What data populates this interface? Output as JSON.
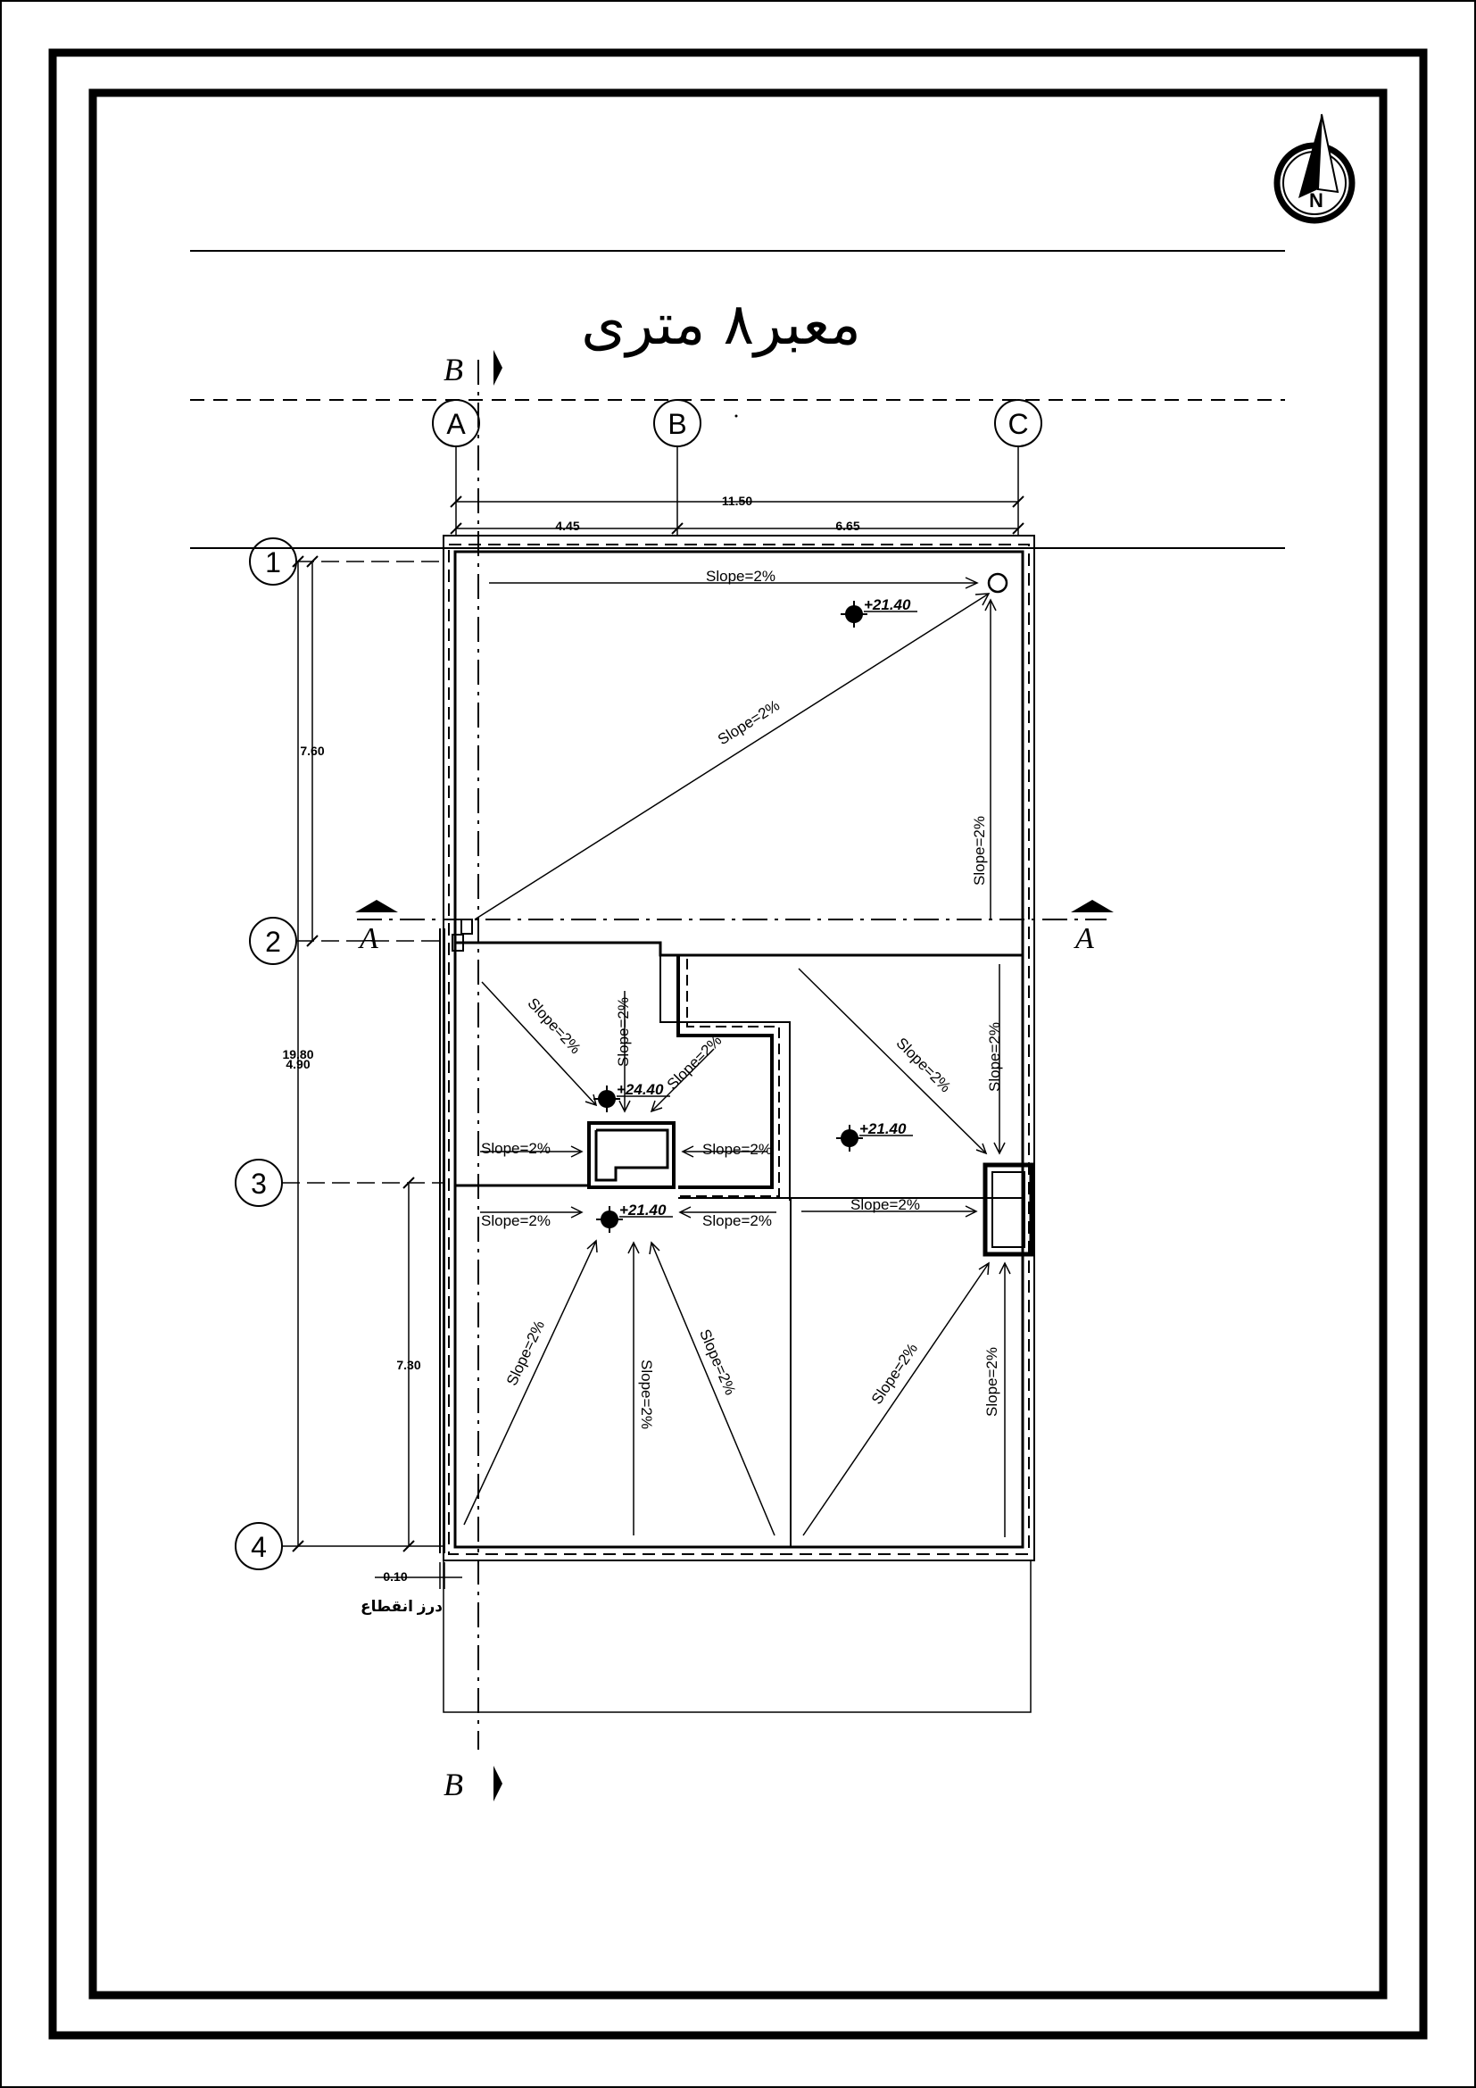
{
  "street_label": "معبر۸ متری",
  "north_symbol": {
    "icon": "north-arrow-icon",
    "letter": "N"
  },
  "section_markers": {
    "b_letter": "B",
    "a_letter": "A"
  },
  "grid_columns": [
    {
      "label": "A"
    },
    {
      "label": "B"
    },
    {
      "label": "C"
    }
  ],
  "grid_rows": [
    {
      "label": "1"
    },
    {
      "label": "2"
    },
    {
      "label": "3"
    },
    {
      "label": "4"
    }
  ],
  "dimensions": {
    "overall_width": "11.50",
    "span_ab": "4.45",
    "span_bc": "6.65",
    "span_12": "7.60",
    "overall_depth": "19.80",
    "span_23": "4.90",
    "span_34": "7.30",
    "joint_width": "0.10",
    "joint_label": "درز انقطاع"
  },
  "slope_label": "Slope=2%",
  "levels": {
    "drain_top_right": "+21.40",
    "stair_upper": "+24.40",
    "center_right": "+21.40",
    "stair_lower": "+21.40"
  }
}
